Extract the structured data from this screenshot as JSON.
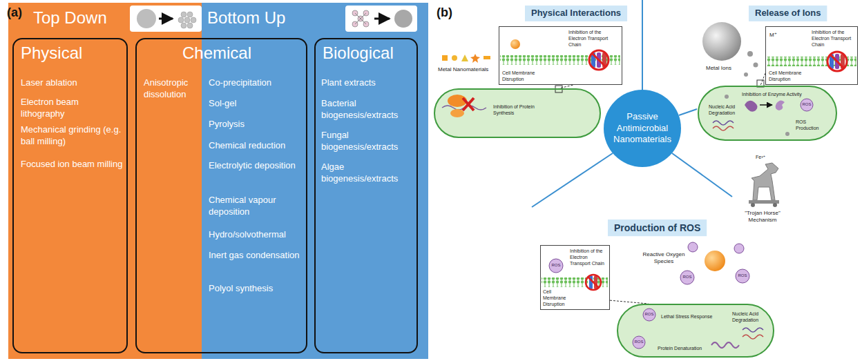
{
  "diagram": {
    "nodes": [
      {
        "text": [
          "Top Down"
        ]
      },
      {
        "text": [
          "Bottom Up"
        ]
      },
      {
        "text": [
          "Physical",
          "Laser ablation",
          "Electron beam lithography",
          "Mechanical grinding (e.g. ball milling)",
          "Focused ion beam milling"
        ],
        "in": 0
      },
      {
        "text": [
          "Chemical",
          "Anisotropic dissolution",
          "Co-precipitation",
          "Sol-gel",
          "Pyrolysis",
          "Chemical reduction",
          "Electrolytic deposition",
          "Chemical vapour deposition",
          "Hydro/solvothermal",
          "Inert gas condensation",
          "Polyol synthesis"
        ]
      },
      {
        "text": [
          "Biological",
          "Plant extracts",
          "Bacterial biogenesis/extracts",
          "Fungal biogenesis/extracts",
          "Algae biogenesis/extracts"
        ],
        "in": 1
      },
      {
        "text": [
          "Physical Interactions"
        ]
      },
      {
        "text": [
          "Release of Ions"
        ]
      },
      {
        "text": [
          "Passive Antimicrobial Nanomaterials"
        ]
      },
      {
        "text": [
          "Production of ROS"
        ]
      },
      {
        "text": [
          "Inhibition of the Electron Transport Chain",
          "Cell Membrane Disruption"
        ]
      },
      {
        "text": [
          "Inhibition of Protein Synthesis"
        ]
      },
      {
        "text": [
          "Inhibition of the Electron Transport Chain",
          "Cell Membrane Disruption"
        ]
      },
      {
        "text": [
          "Inhibition of Enzyme Activity",
          "Nucleic Acid Degradation",
          "ROS Production"
        ]
      },
      {
        "text": [
          "Inhibition of the Electron Transport Chain",
          "Cell Membrane Disruption"
        ]
      },
      {
        "text": [
          "Lethal Stress Response",
          "Nucleic Acid Degradation",
          "Protein Denaturation"
        ]
      }
    ],
    "edges": [
      {
        "from": 9,
        "to": 10,
        "arrow": "none"
      },
      {
        "from": 11,
        "to": 12,
        "arrow": "none"
      },
      {
        "from": 13,
        "to": 14,
        "arrow": "none"
      }
    ],
    "labels": [
      "(a)",
      "(b)",
      "Metal Nanomaterials",
      "Metal Ions",
      "M⁺",
      "Fe³⁺",
      "\"Trojan Horse\" Mechanism",
      "Reactive Oxygen Species",
      "ROS",
      "ROS",
      "ROS",
      "ROS",
      "ROS",
      "ROS"
    ]
  }
}
